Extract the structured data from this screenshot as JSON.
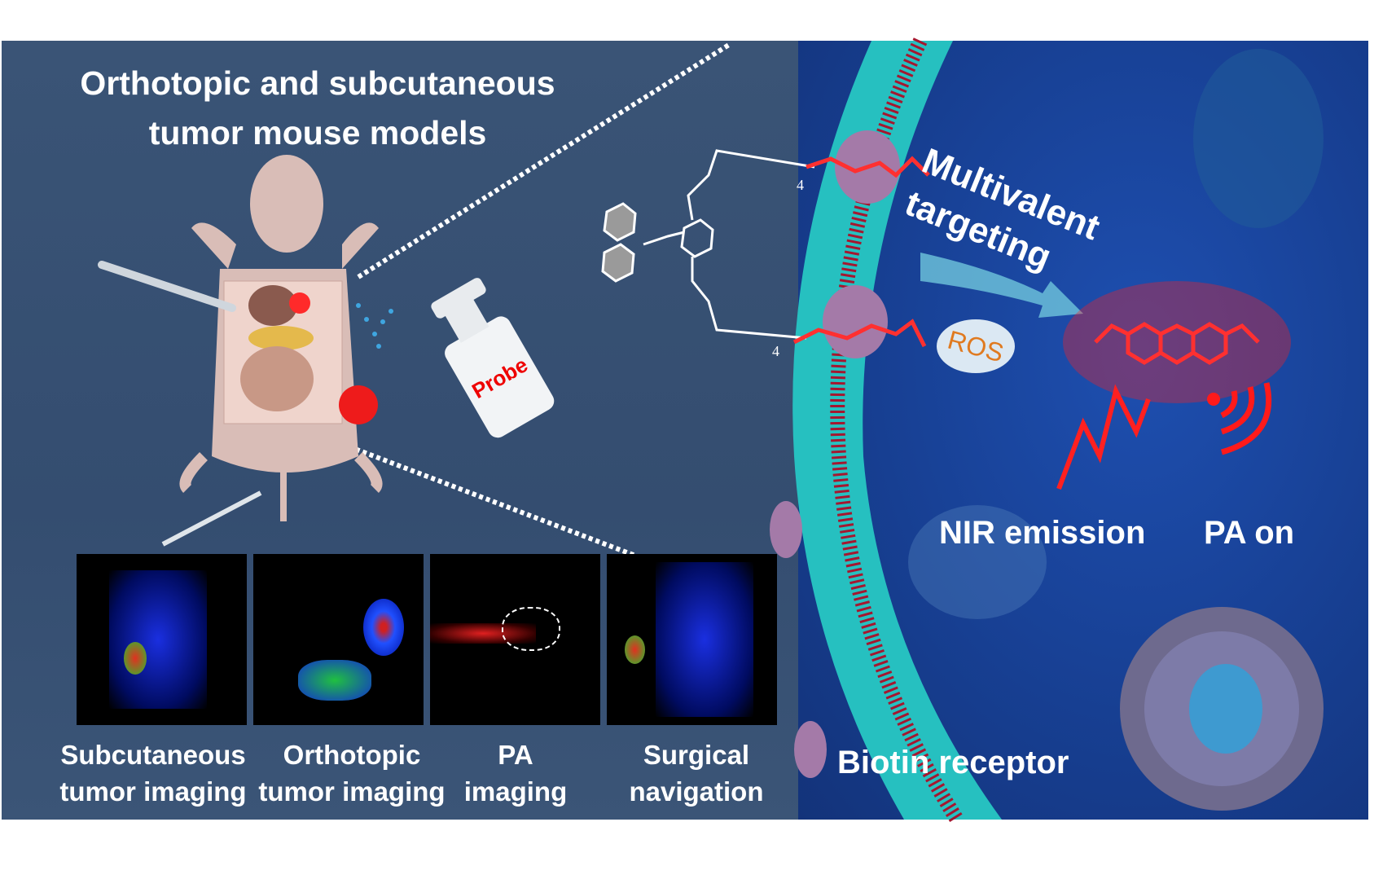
{
  "left_panel": {
    "title_line1": "Orthotopic and subcutaneous",
    "title_line2": "tumor mouse models",
    "bottle_label": "Probe",
    "imaging_panels": [
      {
        "caption_line1": "Subcutaneous",
        "caption_line2": "tumor imaging"
      },
      {
        "caption_line1": "Orthotopic",
        "caption_line2": "tumor imaging"
      },
      {
        "caption_line1": "PA",
        "caption_line2": "imaging"
      },
      {
        "caption_line1": "Surgical",
        "caption_line2": "navigation"
      }
    ]
  },
  "right_panel": {
    "targeting_line1": "Multivalent",
    "targeting_line2": "targeting",
    "ros_label": "ROS",
    "nir_label": "NIR emission",
    "pa_label": "PA on",
    "receptor_label": "Biotin receptor",
    "peg_repeat": "4"
  },
  "colors": {
    "accent_red": "#ff2020",
    "membrane": "#29c4c4",
    "background": "#173f92"
  }
}
